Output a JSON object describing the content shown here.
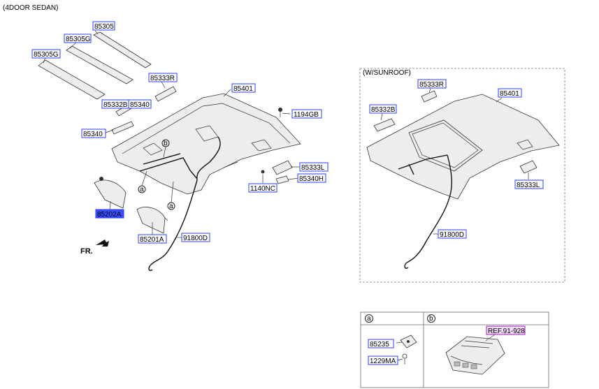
{
  "title": "(4DOOR SEDAN)",
  "sunroof_label": "(W/SUNROOF)",
  "front_label": "FR.",
  "ref_label": "REF.91-928",
  "legend": {
    "a": "a",
    "b": "b"
  },
  "parts": {
    "p85305": "85305",
    "p85305G_top": "85305G",
    "p85305G_left": "85305G",
    "p85333R": "85333R",
    "p85401": "85401",
    "p85332B": "85332B",
    "p85340_top": "85340",
    "p85340_left": "85340",
    "p1194GB": "1194GB",
    "p85333L": "85333L",
    "p1140NC": "1140NC",
    "p85340H": "85340H",
    "p85202A": "85202A",
    "p85201A": "85201A",
    "p91800D": "91800D",
    "s85333R": "85333R",
    "s85401": "85401",
    "s85332B": "85332B",
    "s85333L": "85333L",
    "s91800D": "91800D",
    "a85235": "85235",
    "a1229MA": "1229MA"
  }
}
